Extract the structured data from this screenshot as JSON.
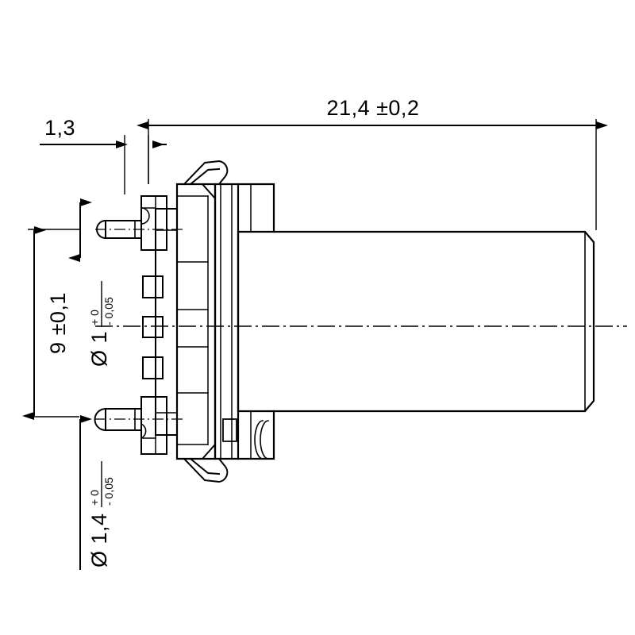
{
  "drawing": {
    "type": "engineering-dimensioned-drawing",
    "subject": "circular connector side view",
    "units": "mm",
    "background_color": "#ffffff",
    "line_color": "#000000"
  },
  "dimensions": {
    "overall_length": {
      "label": "21,4 ±0,2",
      "nominal": "21,4",
      "tolerance": "±0,2",
      "orientation": "horizontal",
      "position": "top"
    },
    "flange_thickness": {
      "label": "1,3",
      "nominal": "1,3",
      "orientation": "horizontal",
      "position": "top-left"
    },
    "pin_spacing": {
      "label": "9 ±0,1",
      "nominal": "9",
      "tolerance": "±0,1",
      "orientation": "vertical-rotated",
      "position": "left"
    },
    "pin_diameter_small": {
      "symbol": "Ø",
      "label": "Ø 1",
      "nominal": "1",
      "tolerance_upper": "+ 0",
      "tolerance_lower": "- 0,05",
      "orientation": "vertical-rotated",
      "position": "upper-left"
    },
    "pin_diameter_large": {
      "symbol": "Ø",
      "label": "Ø 1,4",
      "nominal": "1,4",
      "tolerance_upper": "+ 0",
      "tolerance_lower": "- 0,05",
      "orientation": "vertical-rotated",
      "position": "lower-left"
    }
  },
  "symbols": {
    "diameter": "Ø",
    "plus_minus": "±",
    "plus": "+",
    "minus": "-"
  },
  "annotations": {
    "centerline_style": "dash-dot",
    "arrow_style": "filled-triangle"
  }
}
